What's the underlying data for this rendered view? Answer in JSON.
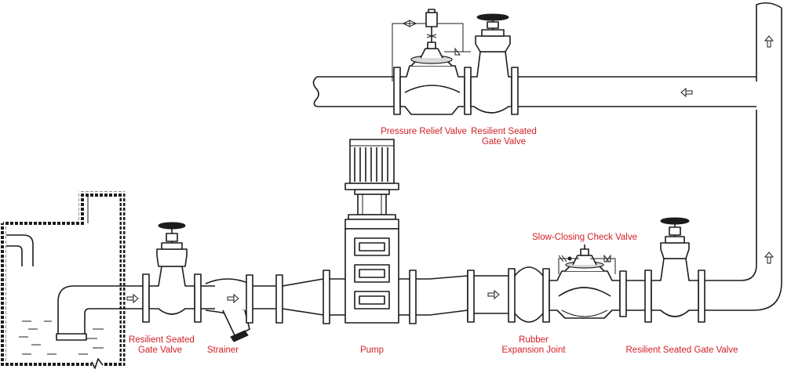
{
  "colors": {
    "line": "#1c1c1c",
    "label": "#d21f26",
    "background": "#ffffff"
  },
  "labels": {
    "gate_valve_left": [
      "Resilient Seated",
      "Gate Valve"
    ],
    "strainer": "Strainer",
    "pump": "Pump",
    "expansion_joint": [
      "Rubber",
      "Expansion Joint"
    ],
    "gate_valve_right": "Resilient Seated Gate Valve",
    "check_valve": "Slow-Closing Check Valve",
    "relief_valve": "Pressure Relief Valve",
    "gate_valve_top": [
      "Resilient Seated",
      "Gate Valve"
    ]
  },
  "icons": {
    "flow": "arrow-icon",
    "tank": "tank-icon",
    "pump": "pump-icon",
    "valve": "valve-icon",
    "handwheel": "handwheel-icon"
  }
}
